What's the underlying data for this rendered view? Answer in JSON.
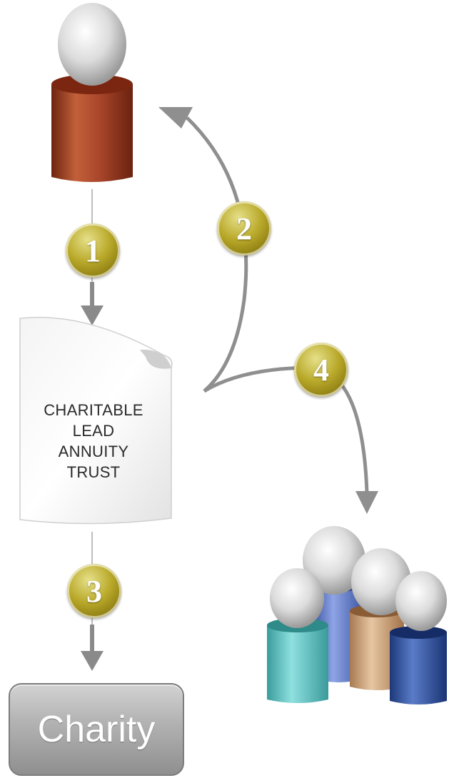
{
  "document": {
    "lines": [
      "CHARITABLE",
      "LEAD",
      "ANNUITY",
      "TRUST"
    ]
  },
  "charity": {
    "label": "Charity"
  },
  "steps": [
    "1",
    "2",
    "3",
    "4"
  ],
  "colors": {
    "donor_body": "#9a3a1c",
    "step_badge": "#b9a92a",
    "arrow": "#8a8a8a",
    "charity_box": "#a9a9a9",
    "heir_teal": "#5fc3c3",
    "heir_blue": "#5a74c2",
    "heir_tan": "#c49a72",
    "heir_navy": "#2e4f9e"
  }
}
